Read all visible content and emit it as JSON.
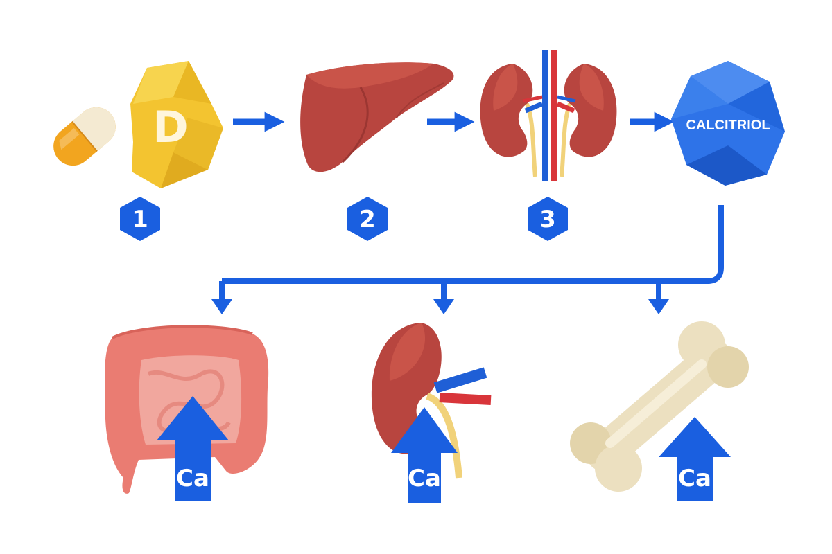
{
  "diagram": {
    "vitamin_letter": "D",
    "steps": [
      "1",
      "2",
      "3"
    ],
    "product_label": "CALCITRIOL",
    "targets": [
      {
        "id": "intestine",
        "label": "Ca"
      },
      {
        "id": "kidney",
        "label": "Ca"
      },
      {
        "id": "bone",
        "label": "Ca"
      }
    ]
  },
  "colors": {
    "accent_blue": "#1a5fe0",
    "capsule_orange": "#f2a51f",
    "capsule_cream": "#f4ead2",
    "vitamin_yellow": "#f3c430",
    "organ_red": "#b8453f",
    "intestine_pink": "#ea7c72",
    "bone_cream": "#ece0c0",
    "ureter_yellow": "#f1d27a"
  },
  "icons": [
    "capsule-icon",
    "vitamin-d-icon",
    "liver-icon",
    "kidneys-icon",
    "calcitriol-hexagon-icon",
    "intestine-icon",
    "kidney-icon",
    "bone-icon",
    "up-arrow-icon"
  ]
}
